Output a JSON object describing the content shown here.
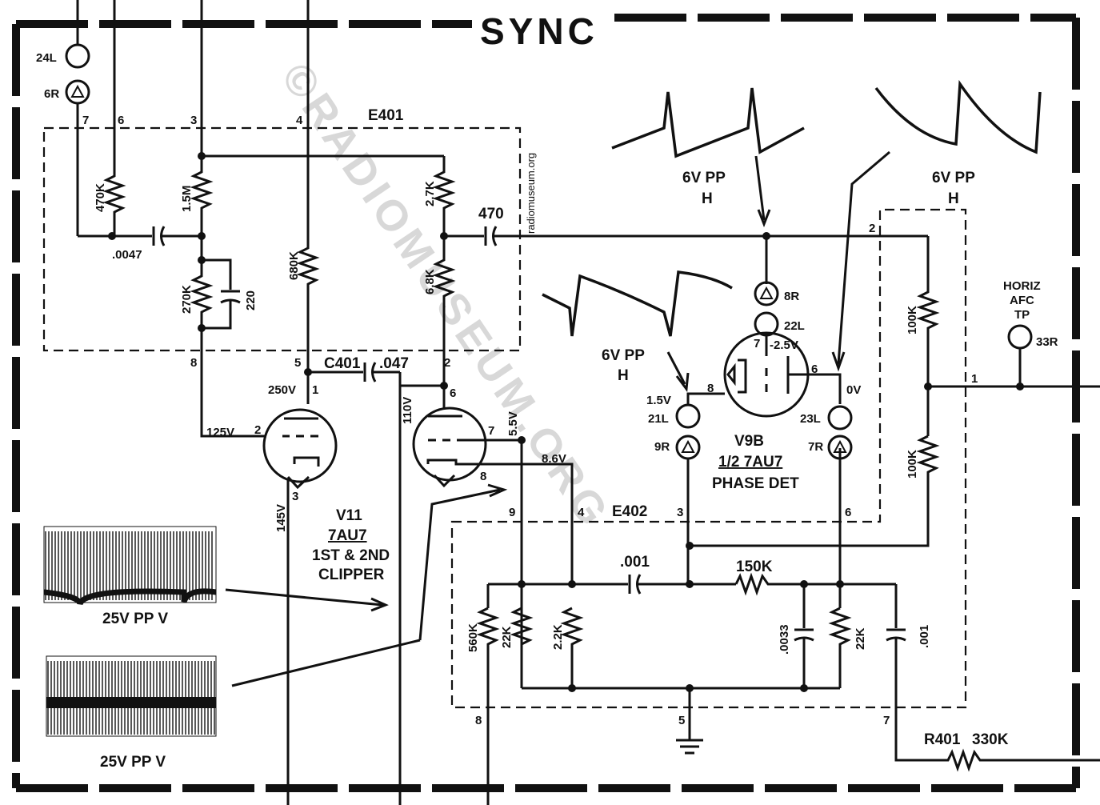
{
  "title": "SYNC",
  "watermark": "©RADIOMUSEUM.ORG",
  "watermark_url": "radiomuseum.org",
  "modules": {
    "e401": "E401",
    "e402": "E402"
  },
  "test_points": {
    "tp24l": "24L",
    "tp6r": "6R",
    "tp8r": "8R",
    "tp22l": "22L",
    "tp21l": "21L",
    "tp9r": "9R",
    "tp23l": "23L",
    "tp7r": "7R",
    "tp33r": "33R"
  },
  "horiz_afc_tp": {
    "line1": "HORIZ",
    "line2": "AFC",
    "line3": "TP"
  },
  "pins": {
    "e401": [
      "7",
      "6",
      "3",
      "4",
      "5",
      "2",
      "8"
    ],
    "v11": [
      "1",
      "2",
      "3",
      "6",
      "7",
      "8"
    ],
    "v9b": [
      "7",
      "8",
      "6"
    ],
    "e402": [
      "9",
      "4",
      "3",
      "6",
      "8",
      "5",
      "7",
      "2",
      "1"
    ]
  },
  "components": {
    "r_470k": "470K",
    "r_1_5m": "1.5M",
    "c_0047": ".0047",
    "r_270k": "270K",
    "c_220": "220",
    "r_680k": "680K",
    "r_2_7k": "2.7K",
    "r_6_8k": "6.8K",
    "c_470": "470",
    "c401": "C401",
    "c401_val": ".047",
    "r_100k_top": "100K",
    "r_100k_bot": "100K",
    "c_001_left": ".001",
    "r_150k": "150K",
    "c_0033": ".0033",
    "c_001_right": ".001",
    "r_560k": "560K",
    "r_22k_left": "22K",
    "r_2_2k": "2.2K",
    "r_22k_right": "22K",
    "r401": "R401",
    "r401_val": "330K"
  },
  "voltages": {
    "v250": "250V",
    "v125": "125V",
    "v145": "145V",
    "v110": "110V",
    "v5_5": "5.5V",
    "v8_6": "8.6V",
    "v1_5": "1.5V",
    "v_neg2_5": "-2.5V",
    "v0": "0V"
  },
  "tubes": {
    "v11": {
      "name": "V11",
      "type": "7AU7",
      "func1": "1ST & 2ND",
      "func2": "CLIPPER"
    },
    "v9b": {
      "name": "V9B",
      "type": "1/2 7AU7",
      "func": "PHASE DET"
    }
  },
  "waveforms": {
    "w1": {
      "line1": "6V PP",
      "line2": "H"
    },
    "w2": {
      "line1": "6V PP",
      "line2": "H"
    },
    "w3": {
      "line1": "6V PP",
      "line2": "H"
    },
    "w4": "25V PP  V",
    "w5": "25V PP  V"
  }
}
